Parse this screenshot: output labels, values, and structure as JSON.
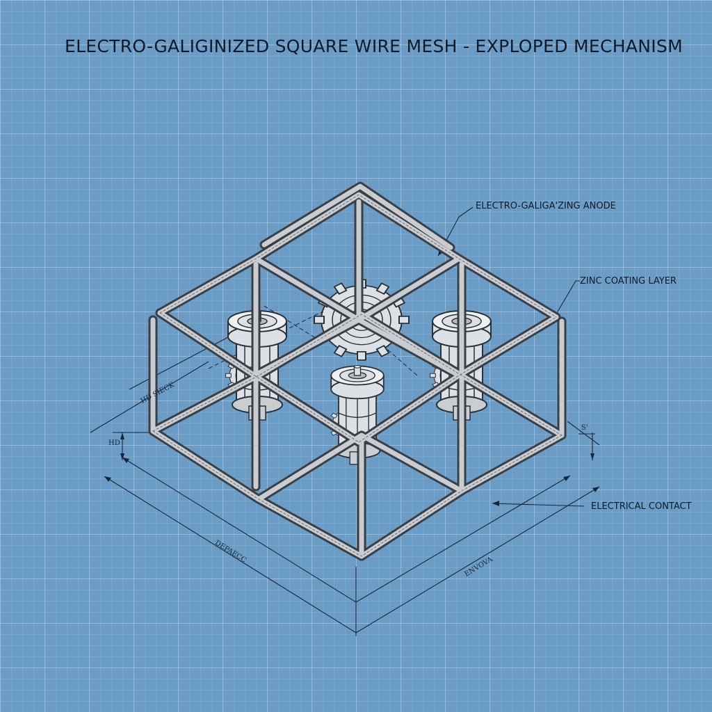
{
  "title": "ELECTRO-GALIGINIZED SQUARE WIRE MESH - EXPLOPED MECHANISM",
  "callouts": {
    "anode": "ELECTRO-GALIGA'ZING ANODE",
    "zinc": "ZINC COATING LAYER",
    "contact": "ELECTRICAL CONTACT"
  },
  "dimension_labels": {
    "left_long": "DEPAECC",
    "right_long": "ENVOVA",
    "left_short": "HD SIECK",
    "left_height": "HD",
    "right_small": "S'"
  },
  "colors": {
    "background": "#6a9cc6",
    "grid": "#ffffff",
    "line": "#1a2636",
    "wire_outer": "#3a3f46",
    "wire_inner": "#c9ccd0",
    "component_fill": "#dde1e5"
  },
  "icons": [
    "gear-icon",
    "anode-spool-icon"
  ]
}
